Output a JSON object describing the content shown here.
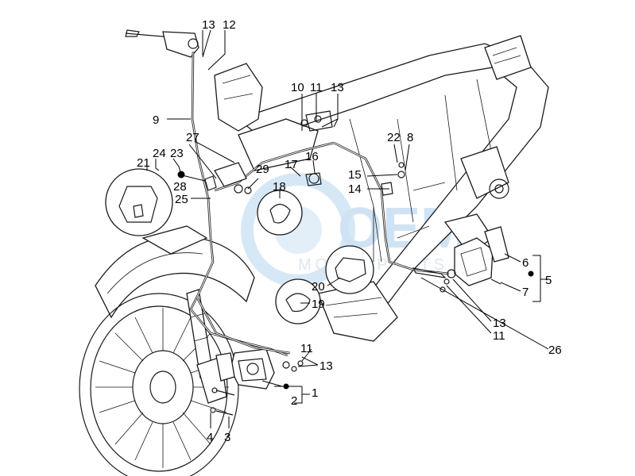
{
  "watermark": {
    "main": "OEM",
    "sub": "MOTORPARTS"
  },
  "callouts": {
    "c1": "1",
    "c2": "2",
    "c3": "3",
    "c4": "4",
    "c5": "5",
    "c6": "6",
    "c7": "7",
    "c8": "8",
    "c9": "9",
    "c10": "10",
    "c11_top": "11",
    "c11_front": "11",
    "c11_rear": "11",
    "c12": "12",
    "c13_top": "13",
    "c13_mid": "13",
    "c13_front": "13",
    "c13_rear": "13",
    "c14": "14",
    "c15": "15",
    "c16": "16",
    "c17": "17",
    "c18": "18",
    "c19": "19",
    "c20": "20",
    "c21": "21",
    "c22": "22",
    "c23": "23",
    "c24": "24",
    "c25": "25",
    "c26": "26",
    "c27": "27",
    "c28": "28",
    "c29": "29"
  }
}
